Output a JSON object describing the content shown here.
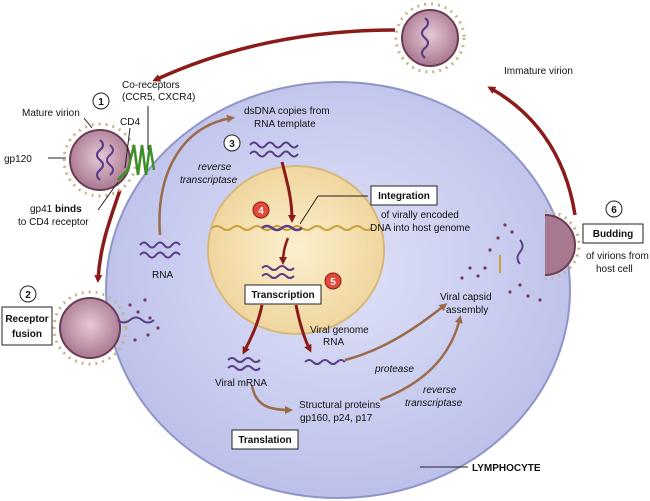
{
  "labels": {
    "mature_virion": "Mature virion",
    "co_receptors_1": "Co-receptors",
    "co_receptors_2": "(CCR5, CXCR4)",
    "cd4": "CD4",
    "gp120": "gp120",
    "gp41_1a": "gp41 ",
    "gp41_1b": "binds",
    "gp41_2": "to CD4 receptor",
    "dsdna_1": "dsDNA copies from",
    "dsdna_2": "RNA template",
    "rt_1": "reverse",
    "rt_2": "transcriptase",
    "rna": "RNA",
    "integration_desc_1": "of virally encoded",
    "integration_desc_2": "DNA into host genome",
    "immature_virion": "Immature virion",
    "budding_desc_1": "of virions from",
    "budding_desc_2": "host cell",
    "viral_genome_1": "Viral genome",
    "viral_genome_2": "RNA",
    "viral_capsid_1": "Viral capsid",
    "viral_capsid_2": "assembly",
    "protease": "protease",
    "rt2_1": "reverse",
    "rt2_2": "transcriptase",
    "viral_mrna": "Viral mRNA",
    "structural_1": "Structural proteins",
    "structural_2": "gp160, p24, p17",
    "lymphocyte": "LYMPHOCYTE"
  },
  "boxes": {
    "receptor_fusion_1": "Receptor",
    "receptor_fusion_2": "fusion",
    "integration": "Integration",
    "transcription": "Transcription",
    "budding": "Budding",
    "translation": "Translation"
  },
  "steps": [
    "1",
    "2",
    "3",
    "4",
    "5",
    "6"
  ],
  "colors": {
    "cell_fill": "#c9cdee",
    "cell_stroke": "#8f95c9",
    "nucleus_fill": "#f6e3b0",
    "nucleus_stroke": "#d8b77b",
    "arrow": "#8b1a1a",
    "rna_wave": "#5a3f86",
    "dna_wave": "#c9a23c",
    "receptor": "#3f8f2a",
    "step_circle_red": "#e14b3b"
  }
}
